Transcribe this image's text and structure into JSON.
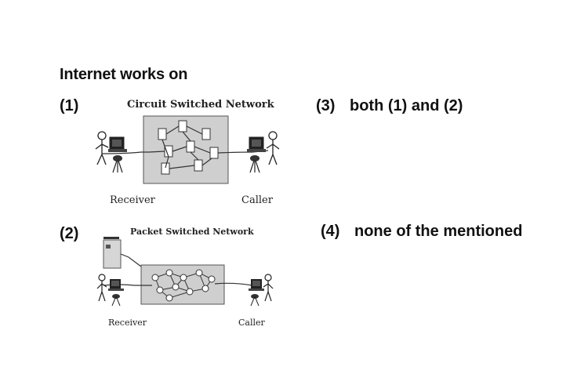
{
  "question": {
    "text": "Internet works on"
  },
  "options": [
    {
      "number": "(1)",
      "figure": {
        "title": "Circuit Switched Network",
        "left_label": "Receiver",
        "right_label": "Caller"
      }
    },
    {
      "number": "(2)",
      "figure": {
        "title": "Packet Switched Network",
        "left_label": "Receiver",
        "right_label": "Caller"
      }
    },
    {
      "number": "(3)",
      "text": "both (1) and (2)"
    },
    {
      "number": "(4)",
      "text": "none of the mentioned"
    }
  ]
}
